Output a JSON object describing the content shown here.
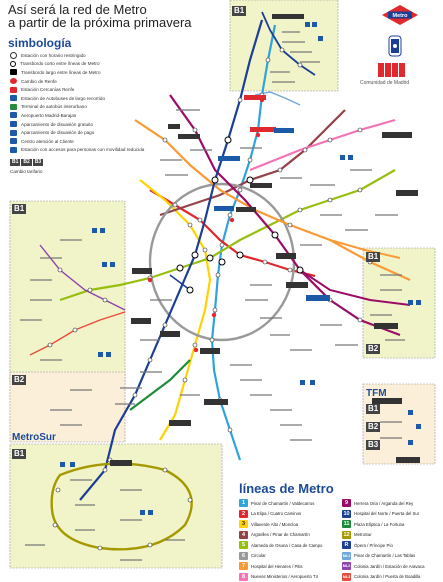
{
  "title": {
    "line1": "Así será la red de Metro",
    "line2": "a partir de la próxima primavera"
  },
  "logo": {
    "text": "Metro"
  },
  "comunidad": {
    "text": "Comunidad de Madrid"
  },
  "legend": {
    "title": "simbología",
    "items": [
      "Estación con horario restringido",
      "Transbordo corto entre líneas de Metro",
      "Transbordo largo entre líneas de Metro",
      "Cambio de Renfe",
      "Estación Cercanías Renfe",
      "Estación de Autobuses de largo recorrido",
      "Terminal de autobús interurbano",
      "Aeropuerto Madrid-Barajas",
      "Aparcamiento de disuasión gratuito",
      "Aparcamiento de disuasión de pago",
      "Centro atención al Cliente",
      "Estación con accesos para personas con movilidad reducida",
      "Cambio tarifario"
    ],
    "zones": [
      "B1",
      "B2",
      "B3"
    ]
  },
  "zones": {
    "b1_top": "B1",
    "b1_left": "B1",
    "b2_left": "B2",
    "b1_right": "B1",
    "b2_right": "B2",
    "b1_sur": "B1",
    "tfm": "TFM",
    "tfm_b1": "B1",
    "tfm_b2": "B2",
    "tfm_b3": "B3"
  },
  "insets": {
    "metrosur": "MetroSur"
  },
  "lines": {
    "title": "líneas de Metro",
    "items": [
      {
        "num": "1",
        "color": "#30a3dc",
        "label": "Pinar de Chamartín / Valdecarros"
      },
      {
        "num": "2",
        "color": "#e0292e",
        "label": "La Elipa / Cuatro Caminos"
      },
      {
        "num": "3",
        "color": "#ffd200",
        "label": "Villaverde Alto / Moncloa"
      },
      {
        "num": "4",
        "color": "#944248",
        "label": "Argüelles / Pinar de Chamartín"
      },
      {
        "num": "5",
        "color": "#96bf0d",
        "label": "Alameda de Osuna / Casa de Campo"
      },
      {
        "num": "6",
        "color": "#9a9999",
        "label": "Circular"
      },
      {
        "num": "7",
        "color": "#fa9a37",
        "label": "Hospital del Henares / Pitis"
      },
      {
        "num": "8",
        "color": "#f373b7",
        "label": "Nuevos Ministerios / Aeropuerto T4"
      },
      {
        "num": "9",
        "color": "#990d66",
        "label": "Herrera Oria / Arganda del Rey"
      },
      {
        "num": "10",
        "color": "#1b3f95",
        "label": "Hospital del Norte / Puerta del Sur"
      },
      {
        "num": "11",
        "color": "#1e8b3a",
        "label": "Plaza Elíptica / La Fortuna"
      },
      {
        "num": "12",
        "color": "#a49a00",
        "label": "MetroSur"
      },
      {
        "num": "R",
        "color": "#1b3f95",
        "label": "Ópera / Príncipe Pío"
      },
      {
        "num": "ML1",
        "color": "#6fa8dc",
        "label": "Pinar de Chamartín / Las Tablas"
      },
      {
        "num": "ML2",
        "color": "#8e44ad",
        "label": "Colonia Jardín / Estación de Aravaca"
      },
      {
        "num": "ML3",
        "color": "#e74c3c",
        "label": "Colonia Jardín / Puerta de Boadilla"
      }
    ]
  },
  "colors": {
    "zone_b1_bg": "#f1f3c8",
    "zone_b2_bg": "#fbefd9",
    "label_blue": "#1c4a99"
  }
}
